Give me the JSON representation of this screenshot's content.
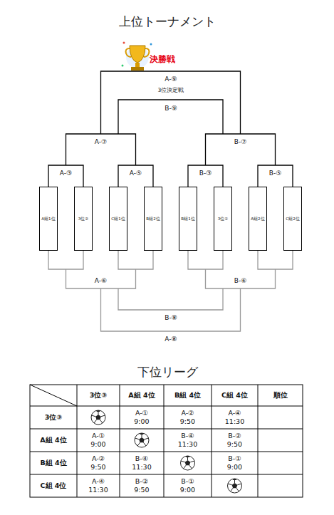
{
  "diagram": {
    "title": "上位トーナメント",
    "nodes": [
      {
        "text": [
          "A組1位"
        ]
      },
      {
        "text": [
          "3位②"
        ]
      },
      {
        "text": [
          "C組1位"
        ]
      },
      {
        "text": [
          "B組2位"
        ]
      },
      {
        "text": [
          "B組1位"
        ]
      },
      {
        "text": [
          "3位①"
        ]
      },
      {
        "text": [
          "A組2位"
        ]
      },
      {
        "text": [
          "C組2位"
        ]
      }
    ],
    "edges": [
      {
        "from": 0,
        "to": 1,
        "label": "A-③",
        "arrow": "none"
      },
      {
        "from": 2,
        "to": 3,
        "label": "A-⑤",
        "arrow": "none"
      },
      {
        "from": 4,
        "to": 5,
        "label": "B-③",
        "arrow": "none"
      },
      {
        "from": 6,
        "to": 7,
        "label": "B-⑤",
        "arrow": "none"
      },
      {
        "from": 0,
        "to": 1,
        "arrow": "none"
      },
      {
        "from": 2,
        "to": 3,
        "arrow": "none"
      },
      {
        "from": 4,
        "to": 5,
        "arrow": "none"
      },
      {
        "from": 6,
        "to": 7,
        "arrow": "none"
      }
    ],
    "labels": [
      "決勝戦",
      "A-⑨",
      "3位決定戦",
      "B-⑨",
      "A-⑦",
      "B-⑦",
      "A-⑥",
      "B-⑥",
      "B-⑧",
      "A-⑧",
      "下位リーグ",
      "3位③",
      "A組 4位",
      "B組 4位",
      "C組 4位",
      "順位",
      "3位③",
      "A-①",
      "9:00",
      "A-②",
      "9:50",
      "A-④",
      "11:30",
      "A組 4位",
      "A-①",
      "9:00",
      "B-④",
      "11:30",
      "B-②",
      "9:50",
      "B組 4位",
      "A-②",
      "9:50",
      "B-④",
      "11:30",
      "B-①",
      "9:00",
      "C組 4位",
      "A-④",
      "11:30",
      "B-②",
      "9:50",
      "B-①",
      "9:00"
    ]
  }
}
